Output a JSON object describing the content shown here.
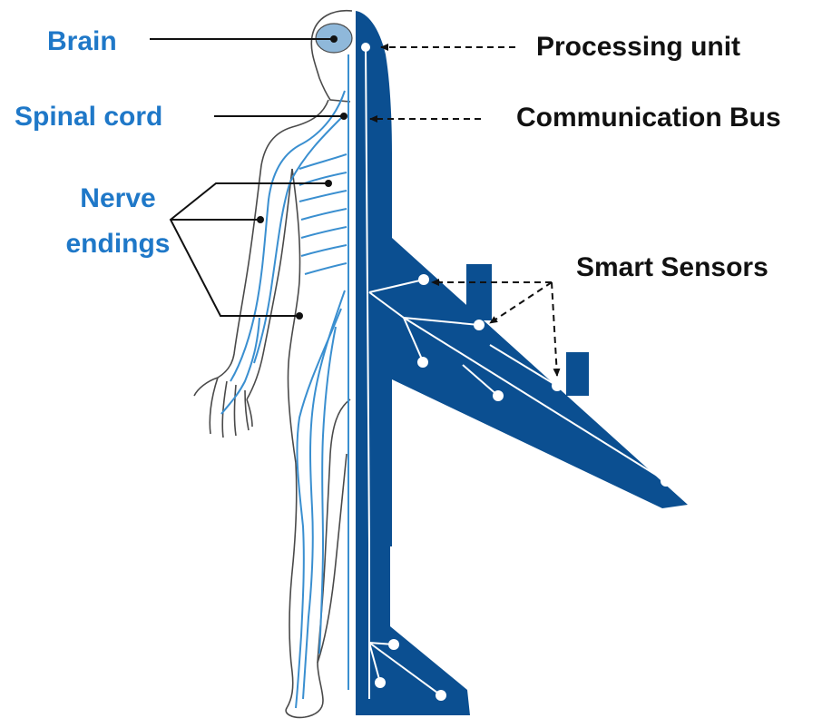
{
  "labels": {
    "left": {
      "brain": "Brain",
      "spinal_cord": "Spinal cord",
      "nerve_line1": "Nerve",
      "nerve_line2": "endings"
    },
    "right": {
      "processing_unit": "Processing unit",
      "communication_bus": "Communication Bus",
      "smart_sensors": "Smart Sensors"
    }
  },
  "colors": {
    "human_label": "#1f78c8",
    "airplane_label": "#111111",
    "airplane_fill": "#0b4f91",
    "nerve": "#3a8fd0",
    "body_outline": "#4a4a4a"
  }
}
